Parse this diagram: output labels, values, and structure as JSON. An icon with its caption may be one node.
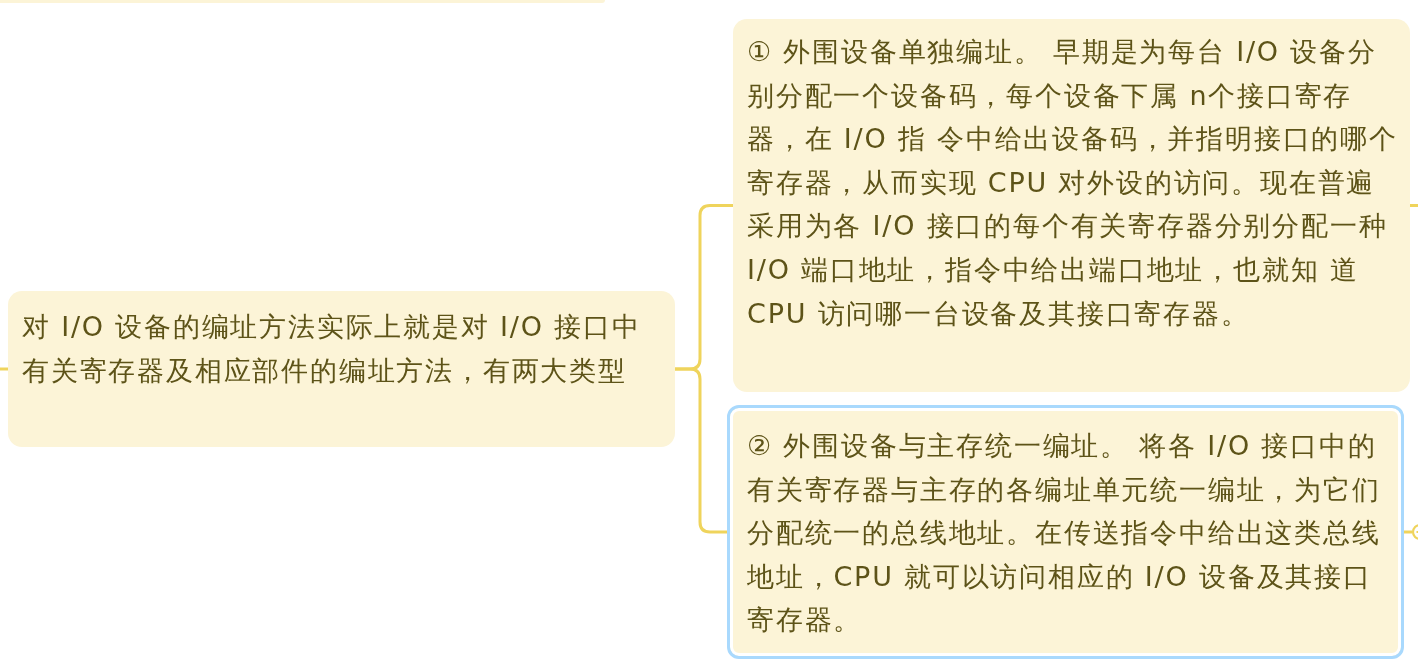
{
  "diagram": {
    "nodes": [
      {
        "text": [],
        "shape": "box"
      },
      {
        "text": [
          "对 I/O 设备的编址方法实际上就是对 I/O 接口中有关寄存器及相应部件的编址方法，有两大类型"
        ]
      },
      {
        "text": [
          "① 外围设备单独编址。 早期是为每台 I/O 设备分别分配一个设备码，每个设备下属 n个接口寄存器，在 I/O 指 令中给出设备码，并指明接口的哪个寄存器，从而实现 CPU 对外设的访问。现在普遍采用为各 I/O 接口的每个有关寄存器分别分配一种 I/O 端口地址，指令中给出端口地址，也就知 道 CPU 访问哪一台设备及其接口寄存器。"
        ]
      },
      {
        "text": [
          "② 外围设备与主存统一编址。 将各 I/O 接口中的有关寄存器与主存的各编址单元统一编址，为它们分配统一的总线地址。在传送指令中给出这类总线地址，CPU 就可以访问相应的 I/O 设备及其接口寄存器。"
        ]
      }
    ],
    "edges": [
      {
        "from": null,
        "to": 1,
        "arrow": "none"
      },
      {
        "from": 1,
        "to": 2,
        "arrow": "none"
      },
      {
        "from": 1,
        "to": 3,
        "arrow": "none"
      },
      {
        "from": 2,
        "to": null,
        "arrow": "none"
      },
      {
        "from": 3,
        "to": null,
        "arrow": "other"
      }
    ]
  }
}
